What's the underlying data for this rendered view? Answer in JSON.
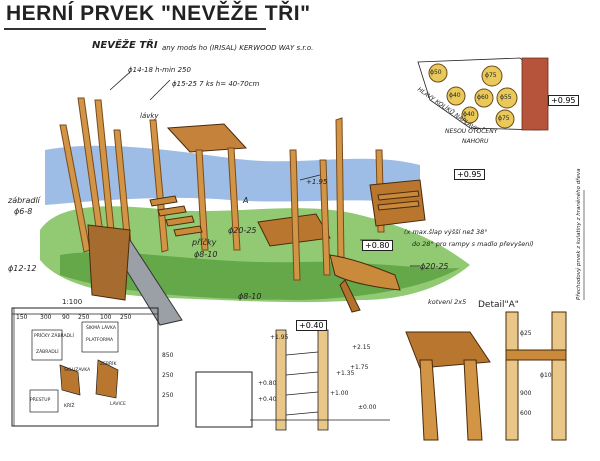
{
  "title": "HERNÍ PRVEK \"NEVĚŽE TŘI\"",
  "subtitle": "NEVĚŽE TŘI",
  "subtitle_note": "any mods ho (IRISAL) KERWOOD WAY s.r.o.",
  "annotations": {
    "post_size": "ϕ14-18 h-min 250",
    "posts_height": "ϕ15-25 7 ks h= 40-70cm",
    "zabradli": "zábradlí",
    "zabradli_dim": "ϕ6-8",
    "lavky": "lávky",
    "pricky": "příčky",
    "pricky_dim": "ϕ8-10",
    "d12": "ϕ12-12",
    "d20": "ϕ20-25",
    "d8": "ϕ8-10",
    "d20b": "ϕ20-25",
    "plus195": "+1.95",
    "plus080": "+0.80",
    "plus095_a": "+0.95",
    "plus095_b": "+0.95",
    "plus040": "+0.40",
    "max_slope": "(x max.šlap výšší než 38°",
    "ramp_note": "do 28° pro rampy s madlo převyšení)",
    "label_a": "A",
    "detail_a": "Detail\"A\"",
    "rim_note": "HLAVY KOLÍKŮ NAPLAVIT",
    "rim_note2": "NESOU OTOČENY",
    "rim_note3": "NAHORU",
    "kotveni": "kotvení 2x5",
    "scale": "1:100",
    "side_note": "Přechodový prvek z kulatiny z hraněného dřeva"
  },
  "circle_labels": [
    "ϕ50",
    "ϕ40",
    "ϕ40",
    "ϕ75",
    "ϕ60",
    "ϕ55",
    "ϕ75"
  ],
  "plan_dims_top": [
    "150",
    "300",
    "90",
    "250",
    "100",
    "250"
  ],
  "plan_dims_side": [
    "850",
    "250",
    "250"
  ],
  "plan_labels": [
    "PŘÍČKY ZÁBRADLÍ",
    "ŠIKMÁ LÁVKA",
    "SKLUZAVKA",
    "PLATFORMA",
    "ZEBŘÍK",
    "ZÁBRADLÍ",
    "KŘÍŽ",
    "PŘESTUP",
    "LAVICE"
  ],
  "section_levels": [
    "+1.95",
    "+2.15",
    "+1.35",
    "+1.75",
    "+0.80",
    "+0.40",
    "±0.00",
    "+1.00"
  ],
  "detail_dims": [
    "ϕ25",
    "ϕ10",
    "900",
    "600"
  ],
  "colors": {
    "wood": "#c98a3c",
    "wood_dark": "#7a4a1c",
    "grass": "#5fae3a",
    "sky": "#3b78c8",
    "ink": "#222222",
    "brick": "#b5543a"
  }
}
